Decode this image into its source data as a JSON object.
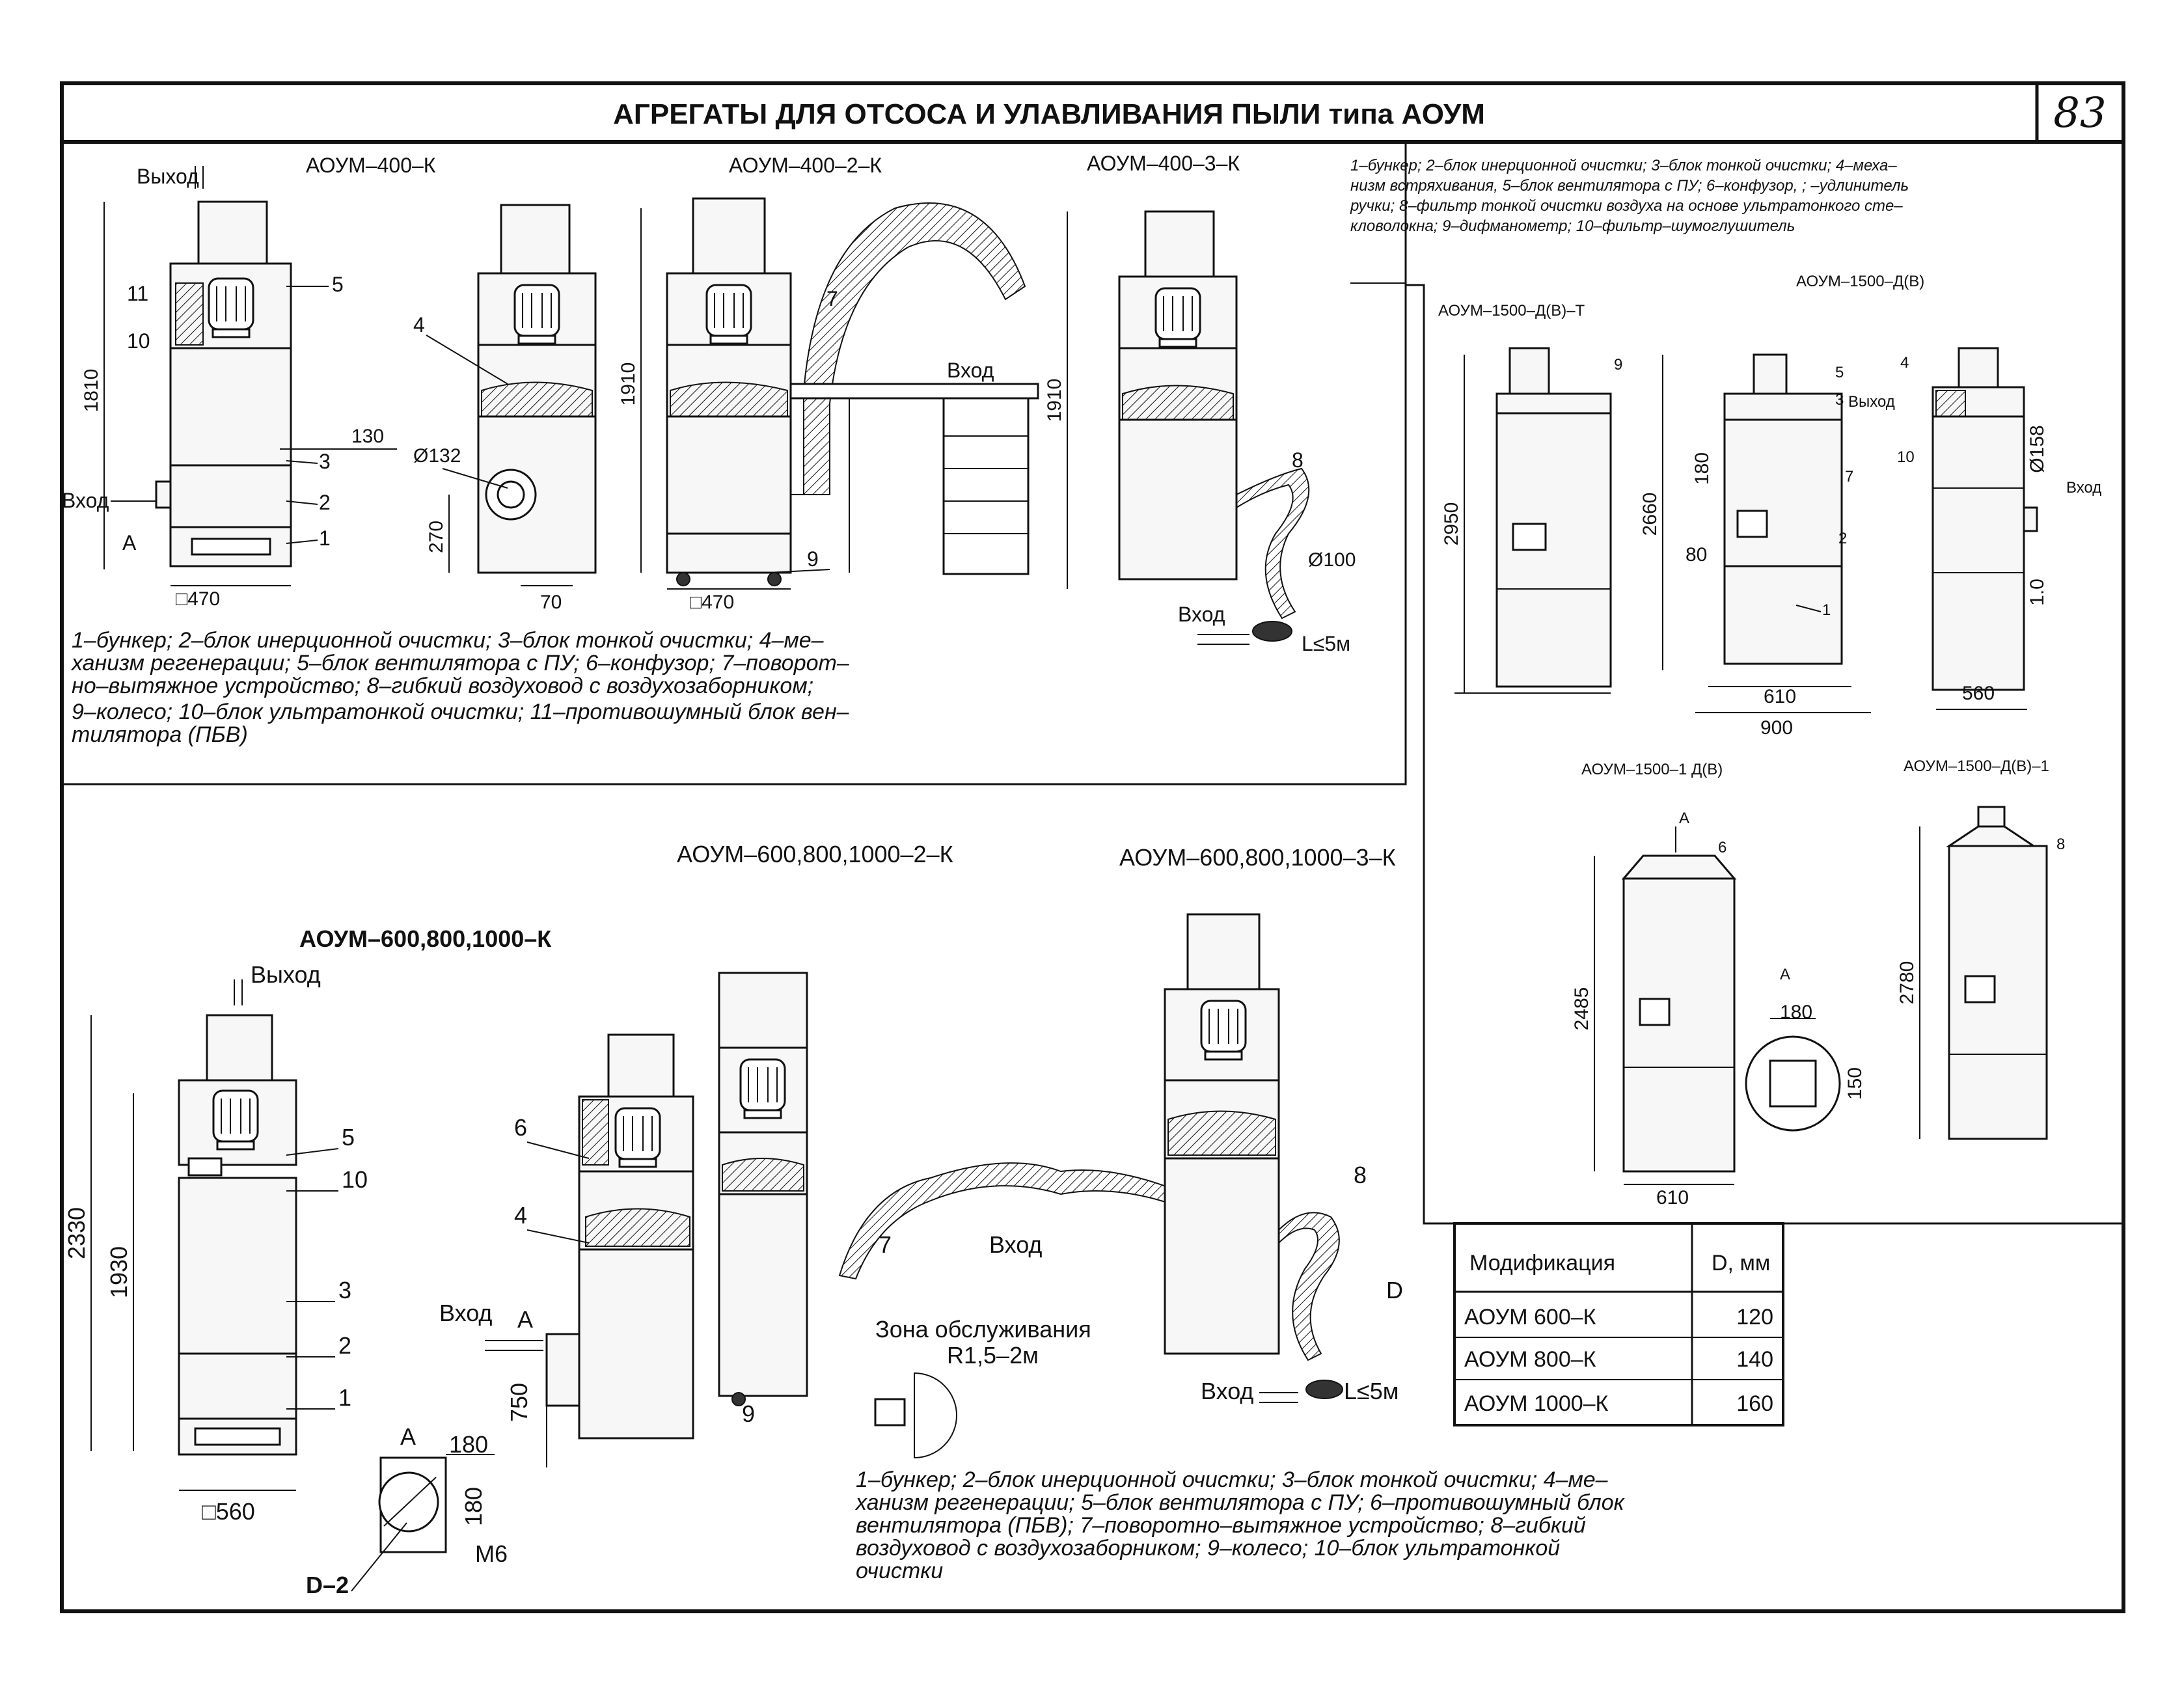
{
  "page": {
    "title": "АГРЕГАТЫ ДЛЯ ОТСОСА И УЛАВЛИВАНИЯ ПЫЛИ типа АОУМ",
    "number": "83"
  },
  "top_left": {
    "labels": {
      "m400k": "АОУМ–400–К",
      "m4002k": "АОУМ–400–2–К",
      "m4003k": "АОУМ–400–3–К",
      "vyhod": "Выход",
      "vhod": "Вход",
      "vhod2": "Вход",
      "vhod3": "Вход",
      "a": "А",
      "l5m": "L≤5м"
    },
    "dims": {
      "d1810": "1810",
      "d130": "130",
      "d132": "Ø132",
      "d270": "270",
      "d470a": "□470",
      "d70": "70",
      "d1910a": "1910",
      "d470b": "□470",
      "d1910b": "1910",
      "d100": "Ø100"
    },
    "callouts": [
      "1",
      "2",
      "3",
      "4",
      "5",
      "7",
      "8",
      "9",
      "10",
      "11"
    ],
    "legend": [
      "1–бункер; 2–блок инерционной очистки; 3–блок тонкой очистки; 4–ме–",
      "ханизм регенерации; 5–блок вентилятора с ПУ; 6–конфузор; 7–поворот–",
      "но–вытяжное устройство; 8–гибкий воздуховод с воздухозаборником;",
      "9–колесо; 10–блок ультратонкой очистки; 11–противошумный блок вен–",
      "тилятора (ПБВ)"
    ]
  },
  "top_right": {
    "legend": [
      "1–бункер; 2–блок инерционной очистки; 3–блок тонкой очистки; 4–меха–",
      "низм встряхивания, 5–блок вентилятора с ПУ; 6–конфузор, ; –удлинитель",
      "ручки; 8–фильтр тонкой очистки воздуха на основе ультратонкого сте–",
      "кловолокна; 9–дифманометр; 10–фильтр–шумоглушитель"
    ],
    "labels": {
      "m1500t": "АОУМ–1500–Д(В)–Т",
      "m1500": "АОУМ–1500–Д(В)",
      "m15001": "АОУМ–1500–1 Д(В)",
      "m1500d1": "АОУМ–1500–Д(В)–1",
      "vyhod": "Выход",
      "vhod": "Вход",
      "a": "А",
      "a2": "А"
    },
    "dims": {
      "d2950": "2950",
      "d2660": "2660",
      "d180": "180",
      "d80": "80",
      "d610": "610",
      "d900": "900",
      "d158": "Ø158",
      "d560": "560",
      "d1n": "1.0",
      "d2485": "2485",
      "d180b": "180",
      "d150": "150",
      "d610b": "610",
      "d2780": "2780"
    },
    "callouts": [
      "1",
      "2",
      "3",
      "4",
      "5",
      "6",
      "7",
      "8",
      "9",
      "10"
    ]
  },
  "bottom": {
    "labels": {
      "m600k": "АОУМ–600,800,1000–К",
      "m6002k": "АОУМ–600,800,1000–2–К",
      "m6003k": "АОУМ–600,800,1000–3–К",
      "vyhod": "Выход",
      "vhod": "Вход",
      "vhod2": "Вход",
      "vhod3": "Вход",
      "a": "А",
      "a2": "А",
      "zone": "Зона обслуживания",
      "radius": "R1,5–2м",
      "l5m": "L≤5м",
      "m6": "М6",
      "d2": "D–2",
      "d": "D"
    },
    "dims": {
      "d2330": "2330",
      "d1930": "1930",
      "d560": "□560",
      "d750": "750",
      "d180a": "180",
      "d180b": "180"
    },
    "callouts": [
      "1",
      "2",
      "3",
      "4",
      "5",
      "6",
      "7",
      "8",
      "9",
      "10"
    ],
    "legend": [
      "1–бункер; 2–блок инерционной очистки; 3–блок тонкой очистки; 4–ме–",
      "ханизм регенерации; 5–блок вентилятора с ПУ; 6–противошумный блок",
      "вентилятора (ПБВ); 7–поворотно–вытяжное устройство; 8–гибкий",
      "воздуховод с воздухозаборником; 9–колесо; 10–блок ультратонкой",
      "очистки"
    ],
    "table": {
      "headers": [
        "Модификация",
        "D, мм"
      ],
      "rows": [
        [
          "АОУМ 600–К",
          "120"
        ],
        [
          "АОУМ 800–К",
          "140"
        ],
        [
          "АОУМ 1000–К",
          "160"
        ]
      ]
    }
  }
}
